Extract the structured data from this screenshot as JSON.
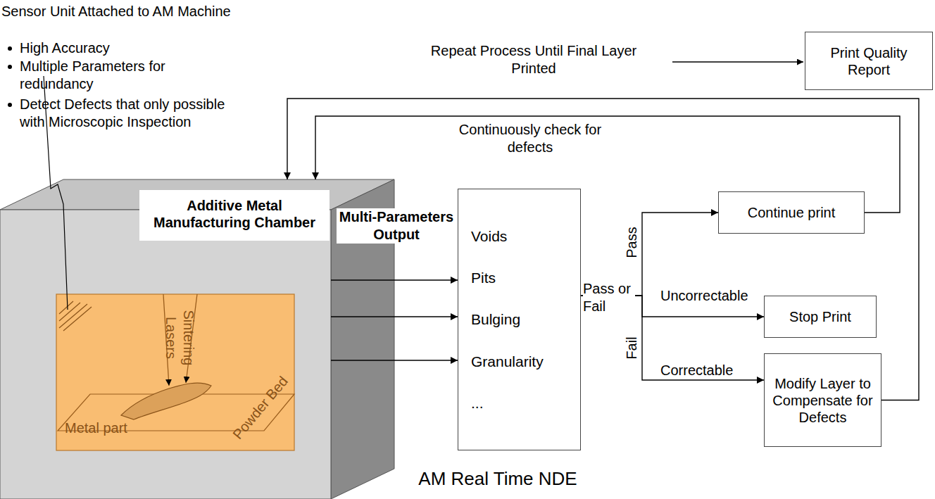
{
  "diagram": {
    "caption": "AM Real Time NDE",
    "nodes": [
      {
        "text": [
          "Additive Metal Manufacturing Chamber"
        ]
      },
      {
        "text": [
          "Voids",
          "Pits",
          "Bulging",
          "Granularity",
          "..."
        ]
      },
      {
        "text": [
          "Continue print"
        ]
      },
      {
        "text": [
          "Stop Print"
        ]
      },
      {
        "text": [
          "Modify Layer to Compensate for Defects"
        ]
      },
      {
        "text": [
          "Print Quality Report"
        ]
      }
    ],
    "edges": [
      {
        "from": 0,
        "to": 1,
        "arrow": "to"
      },
      {
        "from": 0,
        "to": 1,
        "arrow": "to"
      },
      {
        "from": 0,
        "to": 1,
        "arrow": "to"
      },
      {
        "from": 1,
        "to": 2,
        "arrow": "to"
      },
      {
        "from": 1,
        "to": 3,
        "arrow": "to",
        "label": "Uncorrectable"
      },
      {
        "from": 1,
        "to": 4,
        "arrow": "to",
        "label": "Correctable"
      },
      {
        "from": 2,
        "to": 0,
        "arrow": "to",
        "label": "Continuously check for defects"
      },
      {
        "from": 4,
        "to": 0,
        "arrow": "to"
      }
    ],
    "labels": [
      "Sensor Unit Attached to AM Machine",
      "High Accuracy",
      "Multiple Parameters for redundancy",
      "Detect Defects that only possible with Microscopic Inspection",
      "Sintering Lasers",
      "Metal part",
      "Powder Bed",
      "Multi-Parameters Output",
      "Pass or Fail",
      "Pass",
      "Fail",
      "Repeat Process Until Final Layer Printed"
    ]
  }
}
